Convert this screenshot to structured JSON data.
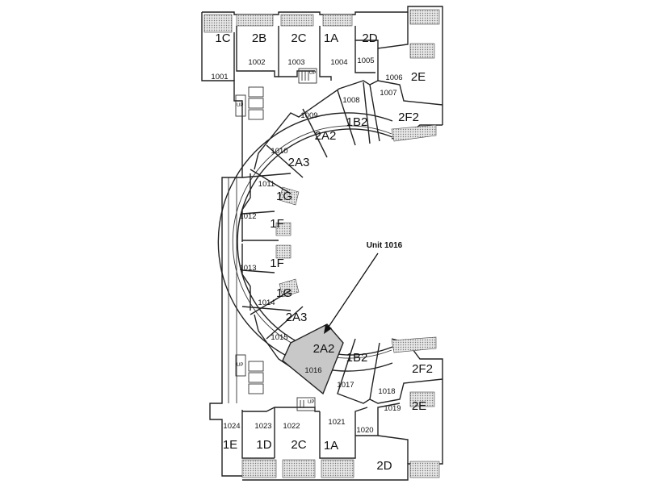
{
  "callout": {
    "label": "Unit 1016"
  },
  "stair_label": "UP",
  "units": [
    {
      "type": "1C",
      "number": "1001"
    },
    {
      "type": "2B",
      "number": "1002"
    },
    {
      "type": "2C",
      "number": "1003"
    },
    {
      "type": "1A",
      "number": "1004"
    },
    {
      "type": "2D",
      "number": "1005"
    },
    {
      "type": "2E",
      "number": "1006"
    },
    {
      "type": "2F2",
      "number": "1007"
    },
    {
      "type": "1B2",
      "number": "1008"
    },
    {
      "type": "2A2",
      "number": "1009"
    },
    {
      "type": "2A3",
      "number": "1010"
    },
    {
      "type": "1G",
      "number": "1011"
    },
    {
      "type": "1F",
      "number": "1012"
    },
    {
      "type": "1F",
      "number": "1013"
    },
    {
      "type": "1G",
      "number": "1014"
    },
    {
      "type": "2A3",
      "number": "1015"
    },
    {
      "type": "2A2",
      "number": "1016",
      "highlighted": true
    },
    {
      "type": "1B2",
      "number": "1017"
    },
    {
      "type": "2F2",
      "number": "1018"
    },
    {
      "type": "2E",
      "number": "1019"
    },
    {
      "type": "2D",
      "number": "1020"
    },
    {
      "type": "1A",
      "number": "1021"
    },
    {
      "type": "2C",
      "number": "1022"
    },
    {
      "type": "1D",
      "number": "1023"
    },
    {
      "type": "1E",
      "number": "1024"
    }
  ],
  "colors": {
    "highlight": "#c8c8c8",
    "wall": "#222222"
  }
}
